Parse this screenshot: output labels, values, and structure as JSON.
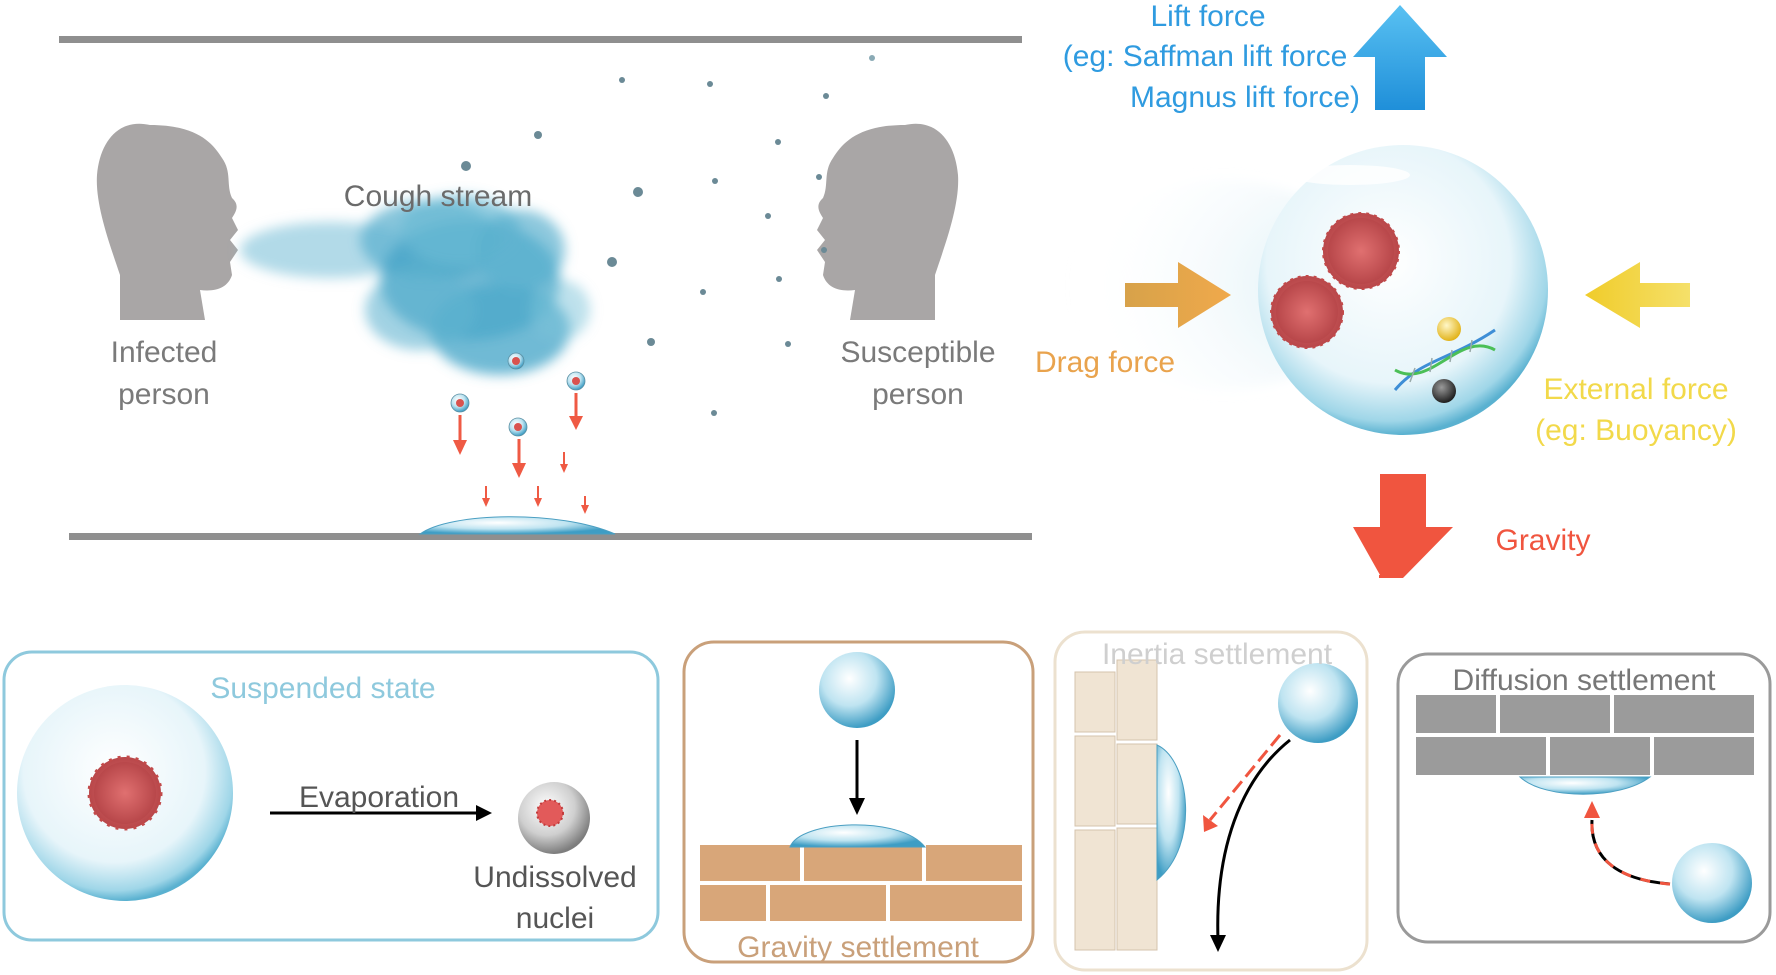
{
  "top_scene": {
    "cough_label": "Cough stream",
    "infected_label": [
      "Infected",
      "person"
    ],
    "susceptible_label": [
      "Susceptible",
      "person"
    ]
  },
  "forces": {
    "lift": [
      "Lift force",
      "(eg: Saffman lift force",
      "Magnus lift force)"
    ],
    "drag": "Drag force",
    "external": [
      "External force",
      "(eg: Buoyancy)"
    ],
    "gravity": "Gravity"
  },
  "panels": {
    "suspended": {
      "title": "Suspended state",
      "arrow_label": "Evaporation",
      "nuclei_label": [
        "Undissolved",
        "nuclei"
      ]
    },
    "gravity": {
      "title": "Gravity settlement"
    },
    "inertia": {
      "title": "Inertia settlement"
    },
    "diffusion": {
      "title": "Diffusion settlement"
    }
  },
  "colors": {
    "lift": "#2f9be0",
    "drag": "#e9a34d",
    "external": "#f2d94a",
    "gravity": "#f0553f",
    "suspended_border": "#8ec9dd",
    "gravity_border": "#c9a07a",
    "inertia_border": "#ece1cf",
    "diffusion_border": "#9a9a9a"
  }
}
